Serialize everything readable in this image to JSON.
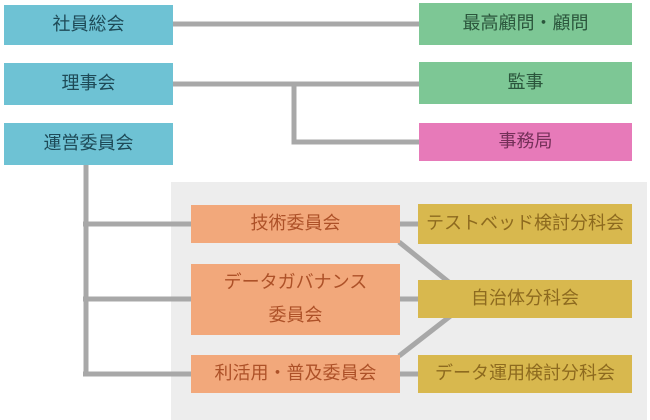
{
  "diagram_type": "organization-chart",
  "colors": {
    "bg": "#ffffff",
    "panel": "#ededed",
    "line": "#a8a8a8",
    "blue": "#6ec2d4",
    "blue-text": "#1e4a57",
    "green": "#7dc795",
    "green-text": "#2b563c",
    "pink": "#e77ab9",
    "pink-text": "#743059",
    "orange": "#f2a87b",
    "orange-text": "#ad5128",
    "yellow": "#d8b84e",
    "yellow-text": "#8d6a1f"
  },
  "nodes": {
    "general_meeting": {
      "label": "社員総会"
    },
    "board_of_directors": {
      "label": "理事会"
    },
    "steering_committee": {
      "label": "運営委員会"
    },
    "supreme_advisors": {
      "label": "最高顧問・顧問"
    },
    "auditor": {
      "label": "監事"
    },
    "secretariat": {
      "label": "事務局"
    },
    "technology_committee": {
      "label": "技術委員会"
    },
    "data_governance_committee": {
      "label": "データガバナンス\n委員会"
    },
    "utilization_committee": {
      "label": "利活用・普及委員会"
    },
    "testbed_subcommittee": {
      "label": "テストベッド検討分科会"
    },
    "municipality_subcommittee": {
      "label": "自治体分科会"
    },
    "data_operation_subcommittee": {
      "label": "データ運用検討分科会"
    }
  },
  "edges": [
    {
      "from": "general_meeting",
      "to": "supreme_advisors"
    },
    {
      "from": "board_of_directors",
      "to": "auditor"
    },
    {
      "from": "board_of_directors",
      "to": "secretariat"
    },
    {
      "from": "steering_committee",
      "to": "technology_committee"
    },
    {
      "from": "steering_committee",
      "to": "data_governance_committee"
    },
    {
      "from": "steering_committee",
      "to": "utilization_committee"
    },
    {
      "from": "technology_committee",
      "to": "testbed_subcommittee"
    },
    {
      "from": "technology_committee",
      "to": "municipality_subcommittee"
    },
    {
      "from": "data_governance_committee",
      "to": "municipality_subcommittee"
    },
    {
      "from": "utilization_committee",
      "to": "municipality_subcommittee"
    },
    {
      "from": "utilization_committee",
      "to": "data_operation_subcommittee"
    }
  ]
}
